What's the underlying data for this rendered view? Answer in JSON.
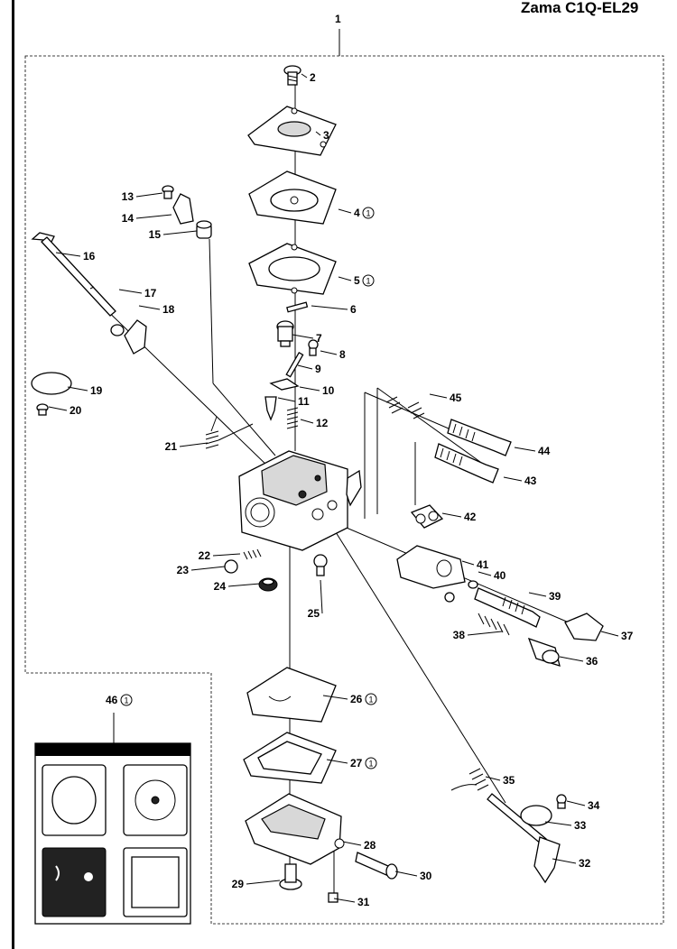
{
  "header": {
    "title": "Zama C1Q-EL29"
  },
  "assembly_label": "1",
  "kit_marker": "1",
  "callouts": [
    {
      "id": "c2",
      "num": "2",
      "kit": false
    },
    {
      "id": "c3",
      "num": "3",
      "kit": false
    },
    {
      "id": "c4",
      "num": "4",
      "kit": true
    },
    {
      "id": "c5",
      "num": "5",
      "kit": true
    },
    {
      "id": "c6",
      "num": "6",
      "kit": false
    },
    {
      "id": "c7",
      "num": "7",
      "kit": false
    },
    {
      "id": "c8",
      "num": "8",
      "kit": false
    },
    {
      "id": "c9",
      "num": "9",
      "kit": false
    },
    {
      "id": "c10",
      "num": "10",
      "kit": false
    },
    {
      "id": "c11",
      "num": "11",
      "kit": false
    },
    {
      "id": "c12",
      "num": "12",
      "kit": false
    },
    {
      "id": "c13",
      "num": "13",
      "kit": false
    },
    {
      "id": "c14",
      "num": "14",
      "kit": false
    },
    {
      "id": "c15",
      "num": "15",
      "kit": false
    },
    {
      "id": "c16",
      "num": "16",
      "kit": false
    },
    {
      "id": "c17",
      "num": "17",
      "kit": false
    },
    {
      "id": "c18",
      "num": "18",
      "kit": false
    },
    {
      "id": "c19",
      "num": "19",
      "kit": false
    },
    {
      "id": "c20",
      "num": "20",
      "kit": false
    },
    {
      "id": "c21",
      "num": "21",
      "kit": false
    },
    {
      "id": "c22",
      "num": "22",
      "kit": false
    },
    {
      "id": "c23",
      "num": "23",
      "kit": false
    },
    {
      "id": "c24",
      "num": "24",
      "kit": false
    },
    {
      "id": "c25",
      "num": "25",
      "kit": false
    },
    {
      "id": "c26",
      "num": "26",
      "kit": true
    },
    {
      "id": "c27",
      "num": "27",
      "kit": true
    },
    {
      "id": "c28",
      "num": "28",
      "kit": false
    },
    {
      "id": "c29",
      "num": "29",
      "kit": false
    },
    {
      "id": "c30",
      "num": "30",
      "kit": false
    },
    {
      "id": "c31",
      "num": "31",
      "kit": false
    },
    {
      "id": "c32",
      "num": "32",
      "kit": false
    },
    {
      "id": "c33",
      "num": "33",
      "kit": false
    },
    {
      "id": "c34",
      "num": "34",
      "kit": false
    },
    {
      "id": "c35",
      "num": "35",
      "kit": false
    },
    {
      "id": "c36",
      "num": "36",
      "kit": false
    },
    {
      "id": "c37",
      "num": "37",
      "kit": false
    },
    {
      "id": "c38",
      "num": "38",
      "kit": false
    },
    {
      "id": "c39",
      "num": "39",
      "kit": false
    },
    {
      "id": "c40",
      "num": "40",
      "kit": false
    },
    {
      "id": "c41",
      "num": "41",
      "kit": false
    },
    {
      "id": "c42",
      "num": "42",
      "kit": false
    },
    {
      "id": "c43",
      "num": "43",
      "kit": false
    },
    {
      "id": "c44",
      "num": "44",
      "kit": false
    },
    {
      "id": "c45",
      "num": "45",
      "kit": false
    },
    {
      "id": "c46",
      "num": "46",
      "kit": true
    }
  ]
}
